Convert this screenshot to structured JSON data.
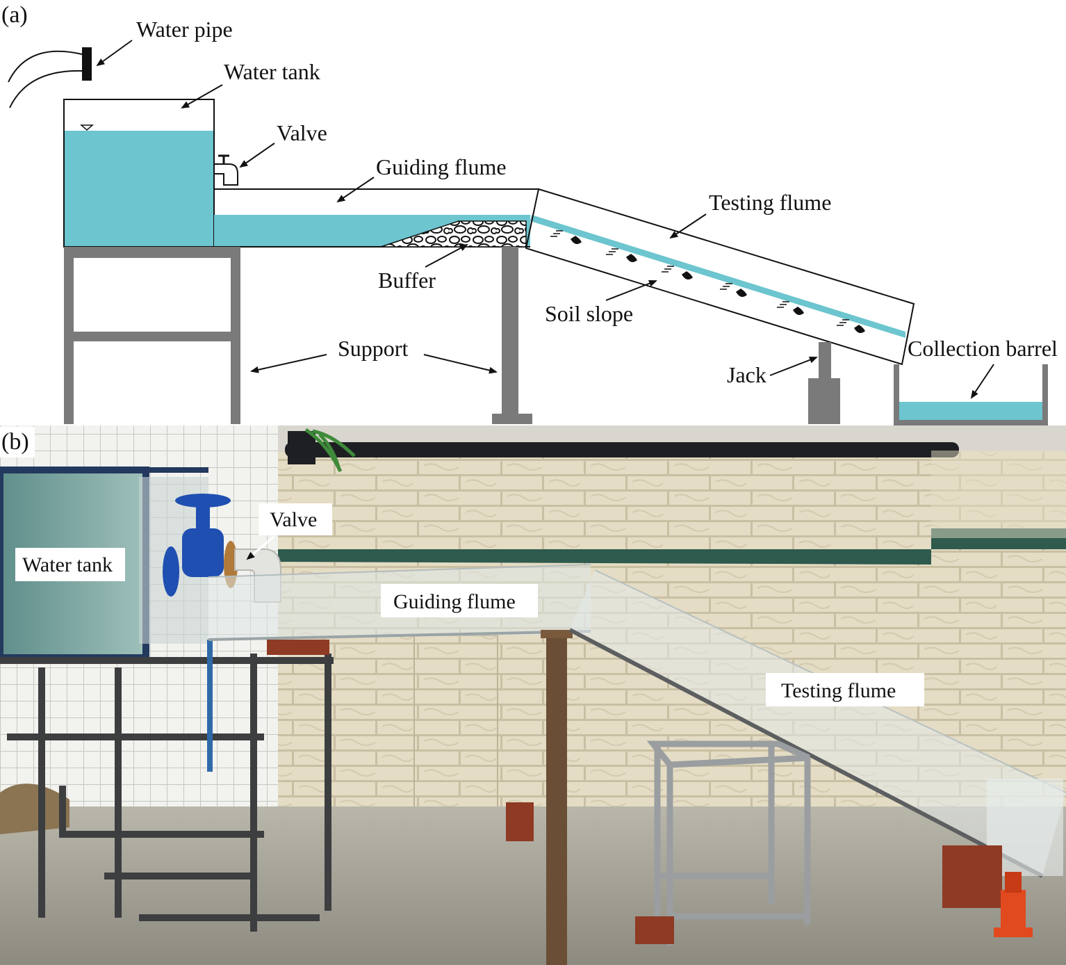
{
  "panel_a": {
    "label": "(a)",
    "labels": {
      "water_pipe": "Water pipe",
      "water_tank": "Water tank",
      "valve": "Valve",
      "guiding_flume": "Guiding flume",
      "testing_flume": "Testing flume",
      "buffer": "Buffer",
      "soil_slope": "Soil slope",
      "support": "Support",
      "jack": "Jack",
      "collection_barrel": "Collection barrel"
    }
  },
  "panel_b": {
    "label": "(b)",
    "labels": {
      "valve": "Valve",
      "water_tank": "Water tank",
      "guiding_flume": "Guiding flume",
      "testing_flume": "Testing flume"
    }
  },
  "colors": {
    "water": "#6cc5cf",
    "support_gray": "#7a7a7a",
    "tile": "#e4dcc4",
    "tile_mortar": "#c9bfa3",
    "green_band": "#2f5a4e",
    "frame_blue": "#23395e",
    "valve_blue": "#1f4fb0",
    "floor": "#9c998f"
  }
}
